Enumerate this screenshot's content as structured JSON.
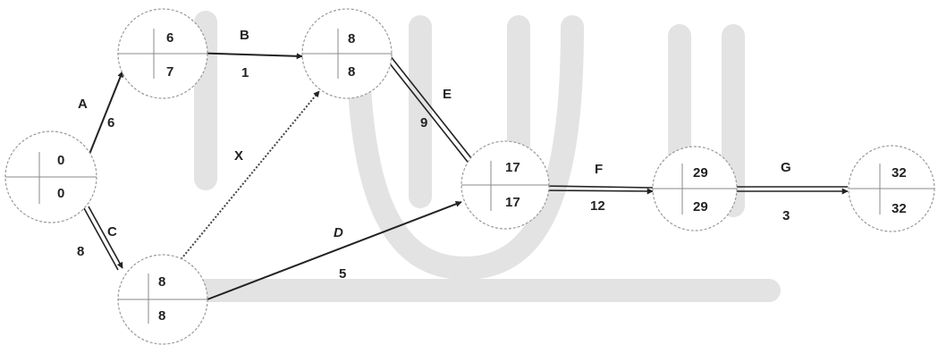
{
  "nodes": {
    "n0": {
      "top": "0",
      "bottom": "0"
    },
    "n1": {
      "top": "6",
      "bottom": "7"
    },
    "n2": {
      "top": "8",
      "bottom": "8"
    },
    "n3": {
      "top": "8",
      "bottom": "8"
    },
    "n4": {
      "top": "17",
      "bottom": "17"
    },
    "n5": {
      "top": "29",
      "bottom": "29"
    },
    "n6": {
      "top": "32",
      "bottom": "32"
    }
  },
  "activities": {
    "A": {
      "name": "A",
      "duration": "6"
    },
    "B": {
      "name": "B",
      "duration": "1"
    },
    "C": {
      "name": "C",
      "duration": "8"
    },
    "D": {
      "name": "D",
      "duration": "5"
    },
    "E": {
      "name": "E",
      "duration": "9"
    },
    "F": {
      "name": "F",
      "duration": "12"
    },
    "G": {
      "name": "G",
      "duration": "3"
    },
    "X": {
      "name": "X"
    }
  },
  "colors": {
    "arrow": "#222222",
    "node_border": "#9a9a9a",
    "watermark": "#e3e3e3"
  }
}
